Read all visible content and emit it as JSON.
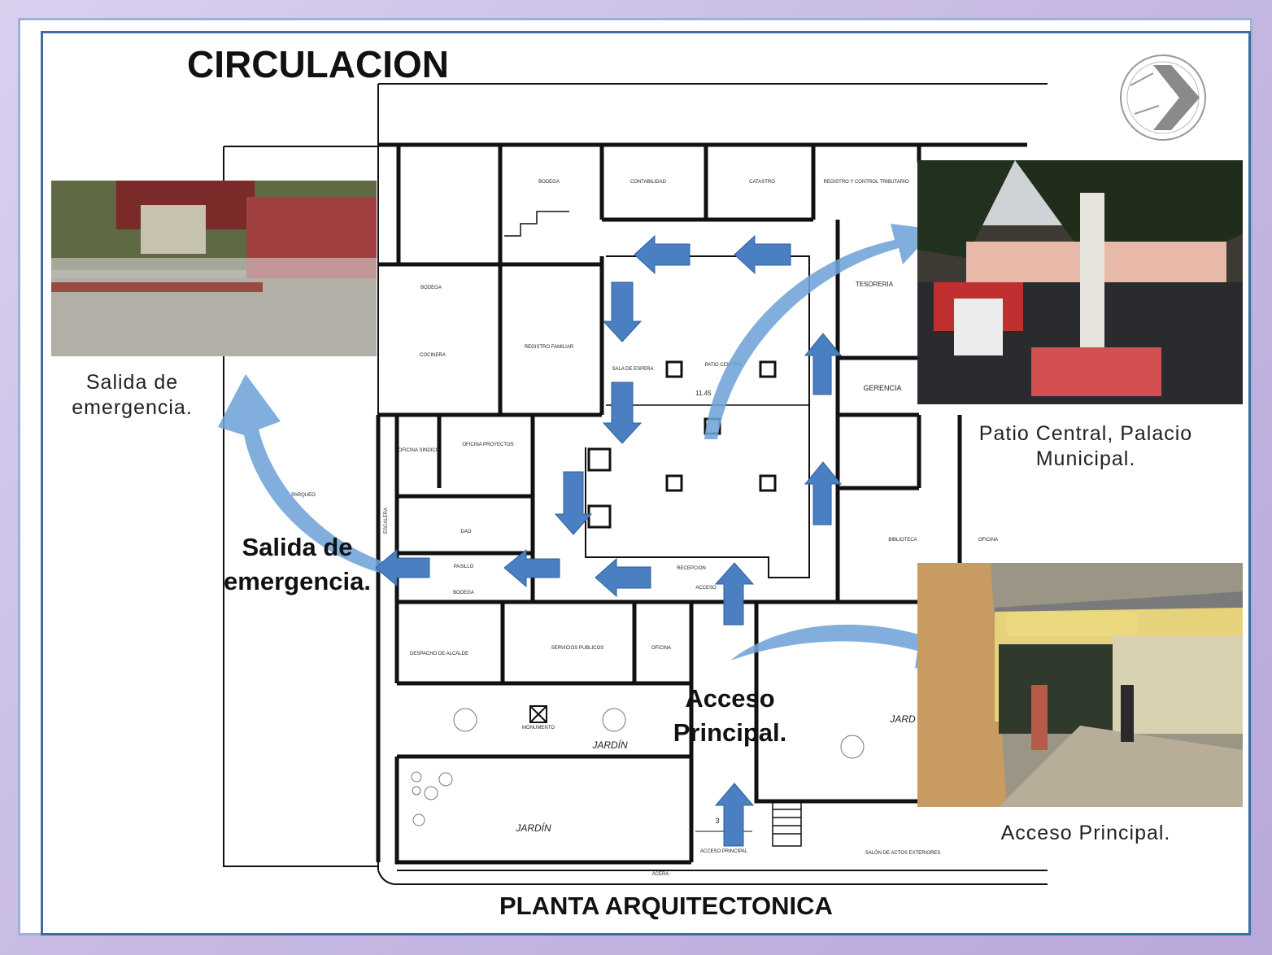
{
  "title": "CIRCULACION",
  "subtitle": "PLANTA ARQUITECTONICA",
  "labels": {
    "emergency_exit": "Salida de emergencia.",
    "main_access": "Acceso Principal."
  },
  "captions": {
    "emergency_exit_photo": "Salida de emergencia.",
    "patio_photo": "Patio Central, Palacio Municipal.",
    "access_photo": "Acceso Principal."
  },
  "room_labels": {
    "bodega_top": "BODEGA",
    "contabilidad": "CONTABILIDAD",
    "catastro": "CATASTRO",
    "registro_control": "REGISTRO Y CONTROL TRIBUTARIO",
    "bodega_left": "BODEGA",
    "cocinera": "COCINERA",
    "registro_familiar": "REGISTRO FAMILIAR",
    "sala_espera": "SALA DE ESPERA",
    "patio_central": "PATIO CENTRAL",
    "tesoreria": "TESORERIA",
    "gerencia": "GERENCIA",
    "oficina_sindico": "OFICINA SINDICO",
    "oficina_proyectos": "OFICINA PROYECTOS",
    "parqueo": "PARQUEO",
    "dao": "DAO",
    "pasillo": "PASILLO",
    "bodega_mid": "BODEGA",
    "recepcion": "RECEPCION",
    "acceso": "ACCESO",
    "biblioteca": "BIBLIOTECA",
    "oficina_right": "OFICINA",
    "despacho_alcalde": "DESPACHO DE ALCALDE",
    "servicios_publicos": "SERVICIOS PUBLICOS",
    "oficina_bottom": "OFICINA",
    "monumento": "MONUMENTO",
    "jardin_1": "JARDÍN",
    "jardin_2": "JARDÍN",
    "jardin_3": "JARD",
    "acceso_principal": "ACCESO PRINCIPAL",
    "salon_actos": "SALÓN DE ACTOS EXTERIORES",
    "acera": "ACERA",
    "dimension": "11.45",
    "escalera": "ESCALERA",
    "dim_small": "3"
  },
  "colors": {
    "arrow_blue": "#4a7fc1",
    "curve_blue": "#6fa3d8",
    "frame_blue": "#3f6aa6",
    "background": "#c6b8e3"
  }
}
